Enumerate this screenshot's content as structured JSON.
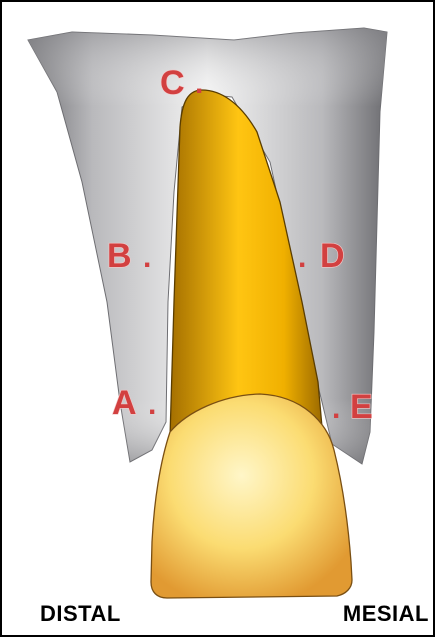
{
  "points": [
    {
      "id": "C",
      "label": "C"
    },
    {
      "id": "B",
      "label": "B"
    },
    {
      "id": "D",
      "label": "D"
    },
    {
      "id": "A",
      "label": "A"
    },
    {
      "id": "E",
      "label": "E"
    }
  ],
  "labels": {
    "distal": "DISTAL",
    "mesial": "MESIAL"
  },
  "colors": {
    "bone_light": "#ffffff",
    "bone_mid": "#c9c9cc",
    "bone_dark": "#5c5c60",
    "root_light": "#ffc512",
    "root_dark": "#b07a00",
    "crown_light": "#fff6c8",
    "crown_mid": "#fbdc72",
    "crown_dark": "#e7a83a",
    "label": "#d24040"
  }
}
